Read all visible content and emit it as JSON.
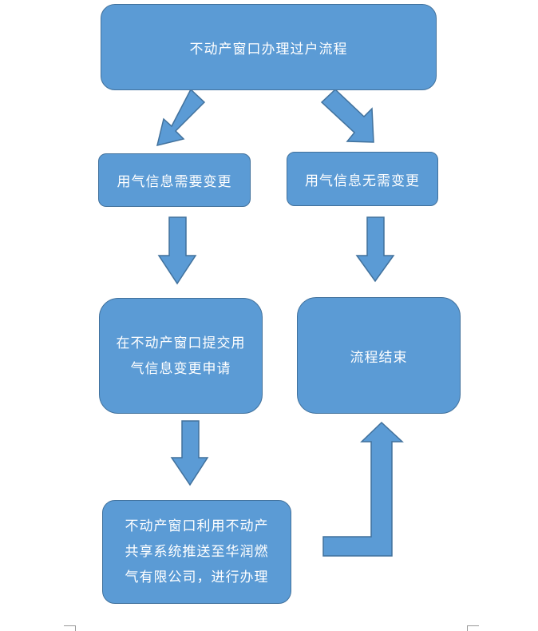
{
  "diagram": {
    "title_box": "不动产窗口办理过户流程",
    "left_branch": "用气信息需要变更",
    "right_branch": "用气信息无需变更",
    "submit_box": [
      "在不动产窗口提交用",
      "气信息变更申请"
    ],
    "end_box": "流程结束",
    "push_box": [
      "不动产窗口利用不动产",
      "共享系统推送至华润燃",
      "气有限公司，进行办理"
    ]
  },
  "colors": {
    "fill": "#5b9bd5",
    "stroke": "#41719c",
    "text": "#ffffff"
  }
}
